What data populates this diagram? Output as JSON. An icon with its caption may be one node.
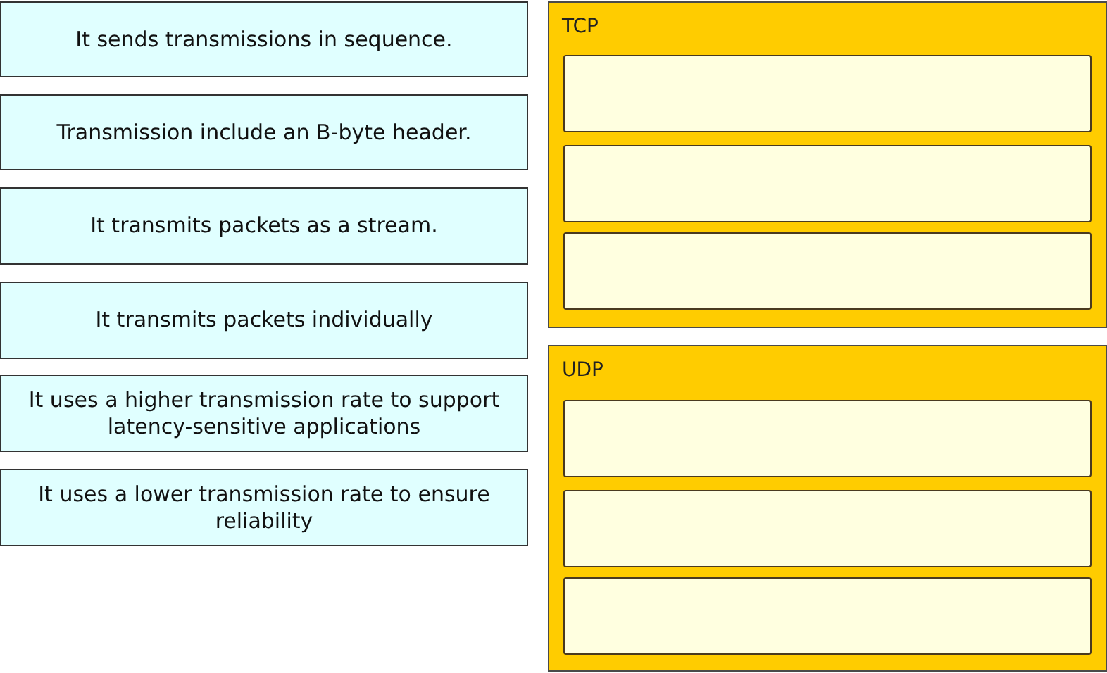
{
  "diagram": {
    "nodes": [
      {
        "text": [
          "It sends transmissions in sequence."
        ]
      },
      {
        "text": [
          "Transmission include an B-byte header."
        ]
      },
      {
        "text": [
          "It transmits packets as a stream."
        ]
      },
      {
        "text": [
          "It transmits packets individually"
        ]
      },
      {
        "text": [
          "It uses a higher transmission rate to support latency-sensitive applications"
        ]
      },
      {
        "text": [
          "It uses a lower transmission rate to ensure reliability"
        ]
      },
      {
        "text": [
          "TCP"
        ]
      },
      {
        "text": [],
        "shape": "box",
        "in": 6
      },
      {
        "text": [],
        "shape": "box",
        "in": 6
      },
      {
        "text": [],
        "shape": "box",
        "in": 6
      },
      {
        "text": [
          "UDP"
        ]
      },
      {
        "text": [],
        "shape": "box",
        "in": 10
      },
      {
        "text": [],
        "shape": "box",
        "in": 10
      },
      {
        "text": [],
        "shape": "box",
        "in": 10
      }
    ],
    "edges": []
  }
}
